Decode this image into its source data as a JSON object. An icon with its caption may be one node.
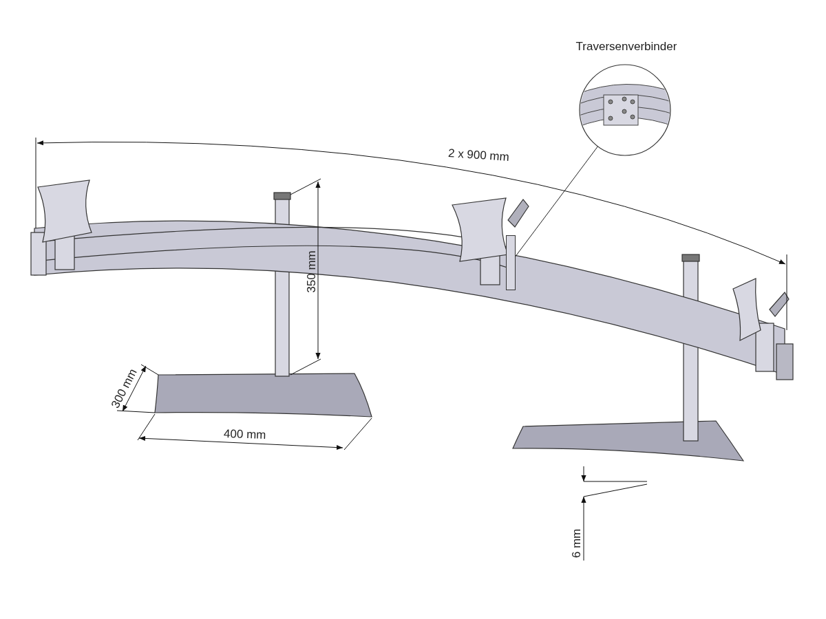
{
  "diagram": {
    "nodes": [
      {
        "text": [
          "Traversenverbinder"
        ]
      },
      {
        "text": [],
        "shape": "box"
      }
    ],
    "edges": [
      {
        "from": 0,
        "to": 1,
        "arrow": "none"
      }
    ],
    "labels": [
      "2 x 900 mm",
      "350 mm",
      "300 mm",
      "400 mm",
      "6 mm"
    ]
  }
}
